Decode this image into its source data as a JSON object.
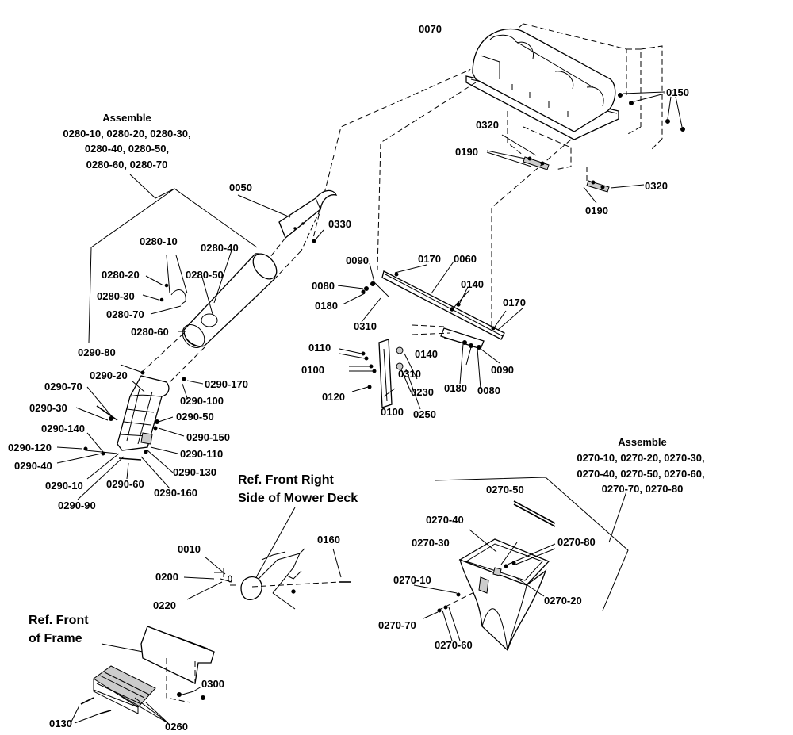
{
  "callouts": {
    "p0070": "0070",
    "p0150": "0150",
    "p0320a": "0320",
    "p0190a": "0190",
    "p0320b": "0320",
    "p0190b": "0190",
    "p0050": "0050",
    "p0330": "0330",
    "p0090a": "0090",
    "p0170a": "0170",
    "p0060": "0060",
    "p0080a": "0080",
    "p0180a": "0180",
    "p0140a": "0140",
    "p0310a": "0310",
    "p0170b": "0170",
    "p0110": "0110",
    "p0100a": "0100",
    "p0310b": "0310",
    "p0140b": "0140",
    "p0230": "0230",
    "p0090b": "0090",
    "p0180b": "0180",
    "p0120": "0120",
    "p0080b": "0080",
    "p0100b": "0100",
    "p0250": "0250",
    "p0280_10": "0280-10",
    "p0280_40": "0280-40",
    "p0280_20": "0280-20",
    "p0280_50": "0280-50",
    "p0280_30": "0280-30",
    "p0280_70": "0280-70",
    "p0280_60": "0280-60",
    "p0290_80": "0290-80",
    "p0290_20": "0290-20",
    "p0290_170": "0290-170",
    "p0290_70": "0290-70",
    "p0290_100": "0290-100",
    "p0290_30": "0290-30",
    "p0290_50": "0290-50",
    "p0290_140": "0290-140",
    "p0290_150": "0290-150",
    "p0290_120": "0290-120",
    "p0290_110": "0290-110",
    "p0290_40": "0290-40",
    "p0290_130": "0290-130",
    "p0290_10": "0290-10",
    "p0290_60": "0290-60",
    "p0290_160": "0290-160",
    "p0290_90": "0290-90",
    "p0010": "0010",
    "p0160": "0160",
    "p0200": "0200",
    "p0220": "0220",
    "p0300": "0300",
    "p0130": "0130",
    "p0260": "0260",
    "p0270_50": "0270-50",
    "p0270_40": "0270-40",
    "p0270_80": "0270-80",
    "p0270_30": "0270-30",
    "p0270_10": "0270-10",
    "p0270_20": "0270-20",
    "p0270_70": "0270-70",
    "p0270_60": "0270-60"
  },
  "assembly_0280": {
    "heading": "Assemble",
    "line1": "0280-10, 0280-20, 0280-30,",
    "line2": "0280-40, 0280-50,",
    "line3": "0280-60, 0280-70"
  },
  "assembly_0270": {
    "heading": "Assemble",
    "line1": "0270-10, 0270-20, 0270-30,",
    "line2": "0270-40, 0270-50, 0270-60,",
    "line3": "0270-70, 0270-80"
  },
  "ref_mower_deck": {
    "line1": "Ref. Front Right",
    "line2": "Side of Mower Deck"
  },
  "ref_frame": {
    "line1": "Ref. Front",
    "line2": "of Frame"
  }
}
